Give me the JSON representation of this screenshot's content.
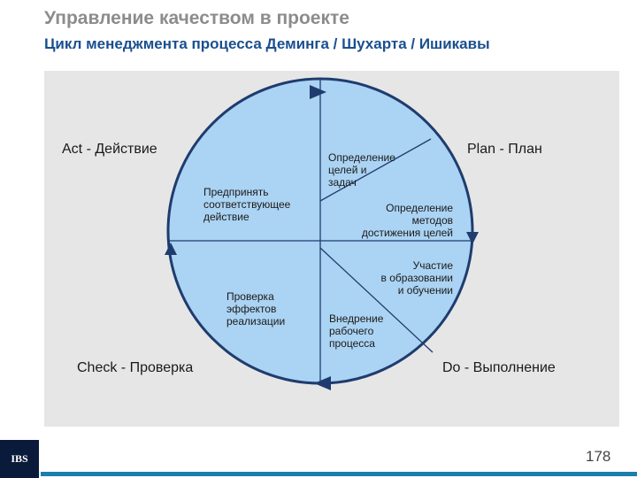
{
  "header": {
    "title": "Управление качеством в проекте",
    "subtitle": "Цикл менеджмента процесса Деминга / Шухарта / Ишикавы"
  },
  "quadrants": {
    "act": "Act - Действие",
    "plan": "Plan - План",
    "check": "Check - Проверка",
    "do": "Do - Выполнение"
  },
  "steps": {
    "goals": [
      "Определение",
      "целей и",
      "задач"
    ],
    "methods": [
      "Определение",
      "методов",
      "достижения целей"
    ],
    "training": [
      "Участие",
      "в образовании",
      "и обучении"
    ],
    "implement": [
      "Внедрение",
      "рабочего",
      "процесса"
    ],
    "verify": [
      "Проверка",
      "эффектов",
      "реализации"
    ],
    "action": [
      "Предпринять",
      "соответствующее",
      "действие"
    ]
  },
  "colors": {
    "circle_fill": "#abd3f3",
    "outline": "#1f3c6e",
    "panel": "#e6e6e6",
    "accent_bar": "#1b7fae"
  },
  "footer": {
    "logo": "IBS",
    "page_number": "178"
  }
}
